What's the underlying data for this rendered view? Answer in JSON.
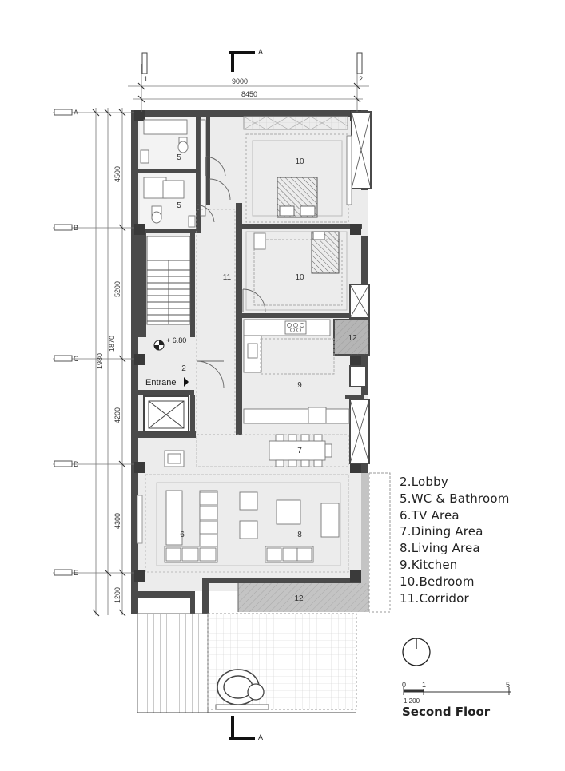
{
  "dimensions": {
    "total_width": "9000",
    "inner_width": "8450",
    "overall_height": "1980",
    "sub_height": "1870",
    "seg_ab": "4500",
    "seg_bc": "5200",
    "seg_cd": "4200",
    "seg_de": "4300",
    "seg_e": "1200"
  },
  "grid_axes": {
    "columns": [
      "1",
      "2"
    ],
    "rows": [
      "A",
      "B",
      "C",
      "D",
      "E"
    ]
  },
  "section_marks": {
    "top": "A",
    "bottom": "A"
  },
  "room_numbers": {
    "wc_upper": "5",
    "wc_lower": "5",
    "bedroom_upper": "10",
    "bedroom_lower": "10",
    "corridor": "11",
    "lobby": "2",
    "kitchen": "9",
    "dining": "7",
    "tv": "6",
    "living": "8",
    "balcony_right": "12",
    "terrace": "12"
  },
  "level_mark": "+ 6.80",
  "entrance_label": "Entrane",
  "legend": [
    "2.Lobby",
    "5.WC & Bathroom",
    "6.TV Area",
    "7.Dining Area",
    "8.Living Area",
    "9.Kitchen",
    "10.Bedroom",
    "11.Corridor"
  ],
  "scale": {
    "ticks": [
      "0",
      "1",
      "5"
    ],
    "ratio": "1:200"
  },
  "title": "Second Floor",
  "colors": {
    "wall": "#4a4a4a",
    "floor": "#ededed",
    "furniture_fill": "#ffffff",
    "line": "#9a9a9a",
    "balcony_fill": "#bdbdbd"
  }
}
